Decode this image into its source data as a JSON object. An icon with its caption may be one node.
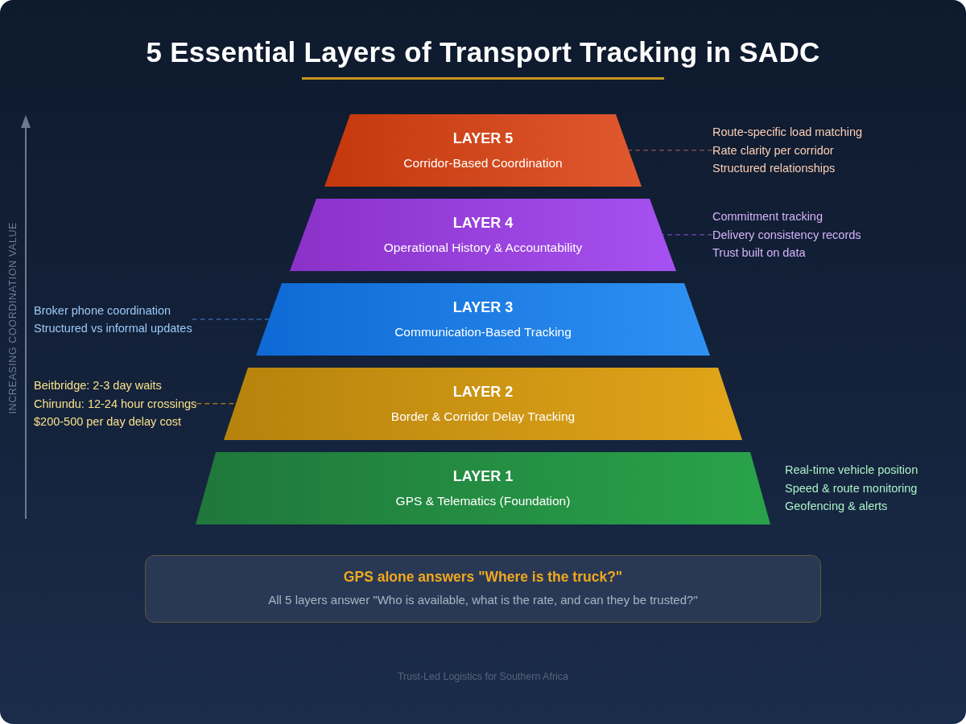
{
  "diagram": {
    "title": "5 Essential Layers of Transport Tracking in SADC",
    "nodes": [
      {
        "text": [
          "LAYER 5",
          "Corridor-Based Coordination"
        ]
      },
      {
        "text": [
          "Route-specific load matching",
          "Rate clarity per corridor",
          "Structured relationships"
        ]
      },
      {
        "text": [
          "LAYER 4",
          "Operational History & Accountability"
        ]
      },
      {
        "text": [
          "Commitment tracking",
          "Delivery consistency records",
          "Trust built on data"
        ]
      },
      {
        "text": [
          "Broker phone coordination",
          "Structured vs informal updates"
        ]
      },
      {
        "text": [
          "LAYER 3",
          "Communication-Based Tracking"
        ]
      },
      {
        "text": [
          "Beitbridge: 2-3 day waits",
          "Chirundu: 12-24 hour crossings",
          "$200-500 per day delay cost"
        ]
      },
      {
        "text": [
          "LAYER 2",
          "Border & Corridor Delay Tracking"
        ]
      },
      {
        "text": [
          "LAYER 1",
          "GPS & Telematics (Foundation)"
        ],
        "beside": [
          "Real-time vehicle position",
          "Speed & route monitoring",
          "Geofencing & alerts"
        ]
      },
      {
        "text": [
          "GPS alone answers \"Where is the truck?\"",
          "All 5 layers answer \"Who is available, what is the rate, and can they be trusted?\""
        ]
      }
    ],
    "edges": [
      {
        "from": 1,
        "to": 0,
        "arrow": "none",
        "style": "dashed",
        "color": "#7a4c4c"
      },
      {
        "from": 3,
        "to": 2,
        "arrow": "none",
        "style": "dashed",
        "color": "#61409a"
      },
      {
        "from": 4,
        "to": 5,
        "arrow": "none",
        "style": "dashed",
        "color": "#3463a6"
      },
      {
        "from": 6,
        "to": 7,
        "arrow": "none",
        "style": "dashed",
        "color": "#9a7620"
      }
    ],
    "labels": [
      "INCREASING COORDINATION VALUE",
      "Trust-Led Logistics for Southern Africa"
    ]
  }
}
